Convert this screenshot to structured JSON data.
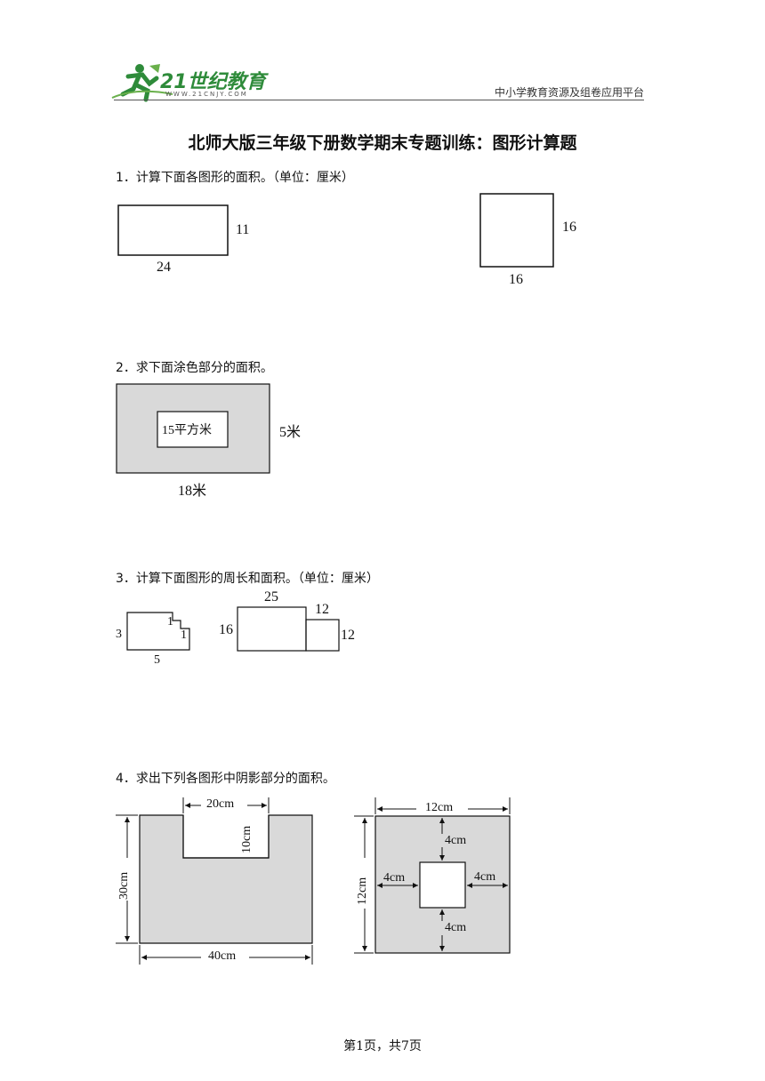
{
  "header": {
    "logo_text": "21世纪教育",
    "logo_url_text": "WWW.21CNJY.COM",
    "right_text": "中小学教育资源及组卷应用平台"
  },
  "title": "北师大版三年级下册数学期末专题训练：图形计算题",
  "q1": {
    "text": "1．计算下面各图形的面积。（单位：厘米）",
    "rect_width": "24",
    "rect_height": "11",
    "square_width": "16",
    "square_height": "16"
  },
  "q2": {
    "text": "2．求下面涂色部分的面积。",
    "inner_label": "15平方米",
    "height": "5米",
    "width": "18米"
  },
  "q3": {
    "text": "3．计算下面图形的周长和面积。（单位：厘米）",
    "a_left": "3",
    "a_notch_top": "1",
    "a_notch_right": "1",
    "a_bottom": "5",
    "b_top": "25",
    "b_left": "16",
    "b_small_top": "12",
    "b_small_right": "12"
  },
  "q4": {
    "text": "4．求出下列各图形中阴影部分的面积。",
    "a_notch_width": "20cm",
    "a_notch_height": "10cm",
    "a_height": "30cm",
    "a_width": "40cm",
    "b_top": "12cm",
    "b_left": "12cm",
    "b_up": "4cm",
    "b_leftgap": "4cm",
    "b_rightgap": "4cm",
    "b_down": "4cm"
  },
  "footer": "第1页，共7页",
  "colors": {
    "shade": "#d9d9d9",
    "logo_green": "#2e8b3a",
    "logo_accent": "#6ab04c"
  }
}
